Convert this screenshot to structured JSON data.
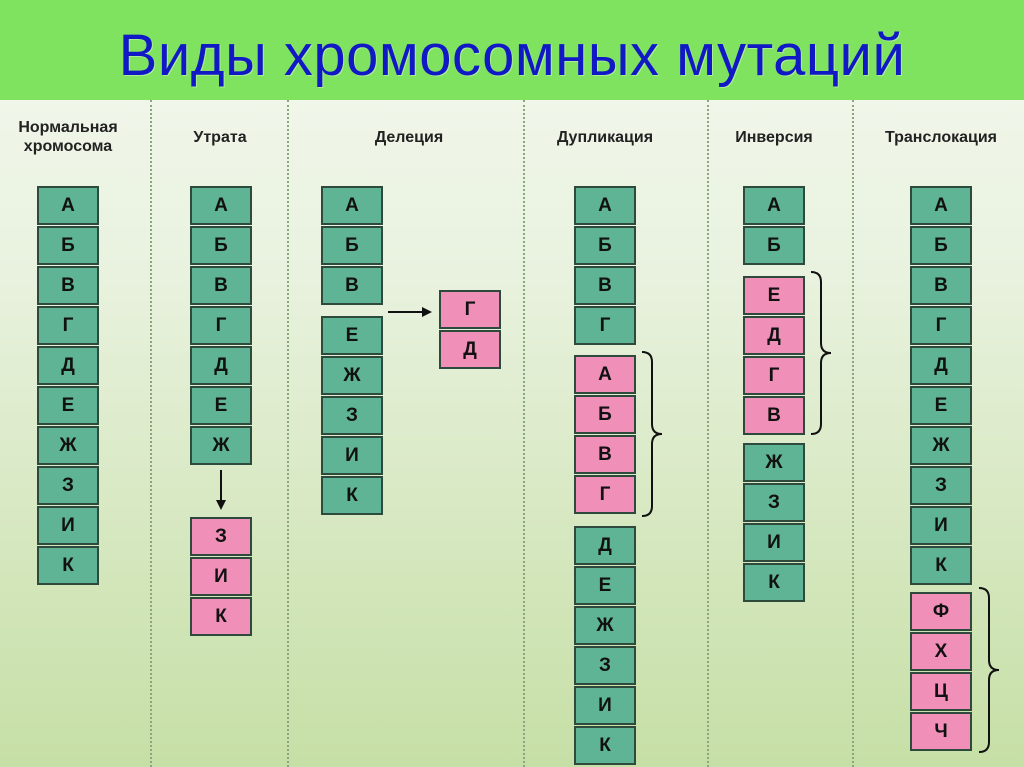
{
  "title": "Виды хромосомных мутаций",
  "colors": {
    "title_bar": "#7fe35f",
    "title_text": "#1019c4",
    "normal_cell": "#5eb494",
    "mutated_cell": "#f08fb7"
  },
  "columns": [
    {
      "heading": [
        "Нормальная",
        "хромосома"
      ],
      "blocks": [
        {
          "color": "green",
          "cells": [
            "А",
            "Б",
            "В",
            "Г",
            "Д",
            "Е",
            "Ж",
            "З",
            "И",
            "К"
          ]
        }
      ]
    },
    {
      "heading": [
        "Утрата"
      ],
      "blocks": [
        {
          "color": "green",
          "cells": [
            "А",
            "Б",
            "В",
            "Г",
            "Д",
            "Е",
            "Ж"
          ]
        },
        {
          "color": "pink",
          "cells": [
            "З",
            "И",
            "К"
          ]
        }
      ]
    },
    {
      "heading": [
        "Делеция"
      ],
      "blocks": [
        {
          "color": "green",
          "cells": [
            "А",
            "Б",
            "В"
          ]
        },
        {
          "color": "green",
          "cells": [
            "Е",
            "Ж",
            "З",
            "И",
            "К"
          ]
        },
        {
          "color": "pink",
          "cells": [
            "Г",
            "Д"
          ]
        }
      ]
    },
    {
      "heading": [
        "Дупликация"
      ],
      "blocks": [
        {
          "color": "green",
          "cells": [
            "А",
            "Б",
            "В",
            "Г"
          ]
        },
        {
          "color": "pink",
          "cells": [
            "А",
            "Б",
            "В",
            "Г"
          ]
        },
        {
          "color": "green",
          "cells": [
            "Д",
            "Е",
            "Ж",
            "З",
            "И",
            "К"
          ]
        }
      ]
    },
    {
      "heading": [
        "Инверсия"
      ],
      "blocks": [
        {
          "color": "green",
          "cells": [
            "А",
            "Б"
          ]
        },
        {
          "color": "pink",
          "cells": [
            "Е",
            "Д",
            "Г",
            "В"
          ]
        },
        {
          "color": "green",
          "cells": [
            "Ж",
            "З",
            "И",
            "К"
          ]
        }
      ]
    },
    {
      "heading": [
        "Транслокация"
      ],
      "blocks": [
        {
          "color": "green",
          "cells": [
            "А",
            "Б",
            "В",
            "Г",
            "Д",
            "Е",
            "Ж",
            "З",
            "И",
            "К"
          ]
        },
        {
          "color": "pink",
          "cells": [
            "Ф",
            "Х",
            "Ц",
            "Ч"
          ]
        }
      ]
    }
  ]
}
